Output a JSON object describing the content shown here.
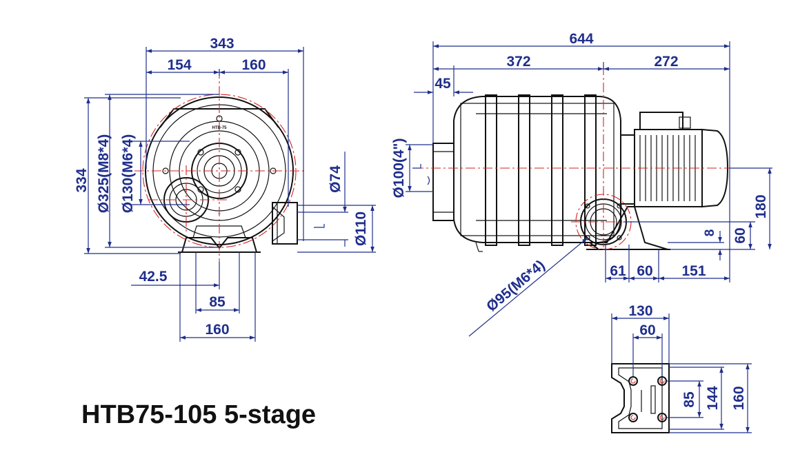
{
  "title": "HTB75-105 5-stage",
  "front_view": {
    "plate_text": "HTB-75",
    "w_overall": "343",
    "w_left": "154",
    "w_right": "160",
    "h_overall": "334",
    "d_bolt_circle": "Ø325(M8*4)",
    "d_flange": "Ø130(M6*4)",
    "d_outlet_inner": "Ø74",
    "d_outlet_outer": "Ø110",
    "base_offset": "42.5",
    "base_holes": "85",
    "base_width": "160"
  },
  "side_view": {
    "l_overall": "644",
    "l_body": "372",
    "l_motor": "272",
    "flange_depth": "45",
    "d_inlet": "Ø100(4\")",
    "d_outlet_flange": "Ø95(M6*4)",
    "foot_1": "61",
    "foot_2": "60",
    "foot_3": "151",
    "h_8": "8",
    "h_60": "60",
    "h_180": "180"
  },
  "base_view": {
    "w_overall": "130",
    "w_holes": "60",
    "h_holes": "85",
    "h_inner": "144",
    "h_overall": "160"
  },
  "colors": {
    "dimension": "#1f2e8c",
    "centerline": "#d42020",
    "outline": "#111111"
  }
}
